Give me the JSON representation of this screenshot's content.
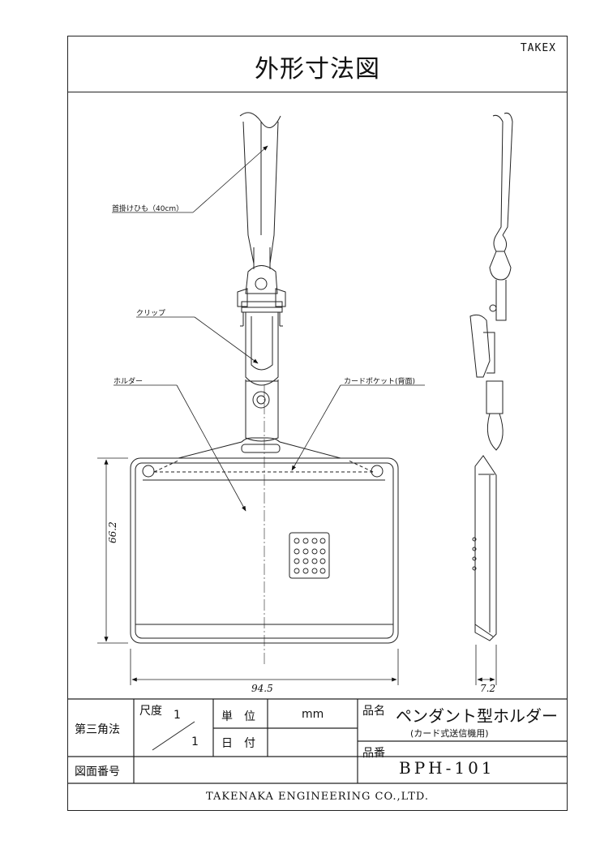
{
  "header": {
    "title": "外形寸法図",
    "brand": "TAKEX"
  },
  "callouts": {
    "strap": "首掛けひも（40cm）",
    "clip": "クリップ",
    "holder": "ホルダー",
    "pocket": "カードポケット(背面)"
  },
  "dimensions": {
    "height": "66.2",
    "width": "94.5",
    "depth": "7.2"
  },
  "titleblock": {
    "projection": "第三角法",
    "scale_label": "尺度",
    "scale_num": "1",
    "scale_den": "1",
    "unit_label": "単　位",
    "unit_value": "mm",
    "date_label": "日　付",
    "date_value": "",
    "product_name_label": "品名",
    "product_name": "ペンダント型ホルダー",
    "product_note": "(カード式送信機用)",
    "product_no_label": "品番",
    "product_no": "BPH-101",
    "drawing_no_label": "図面番号",
    "drawing_no": "",
    "company": "TAKENAKA ENGINEERING CO.,LTD."
  }
}
